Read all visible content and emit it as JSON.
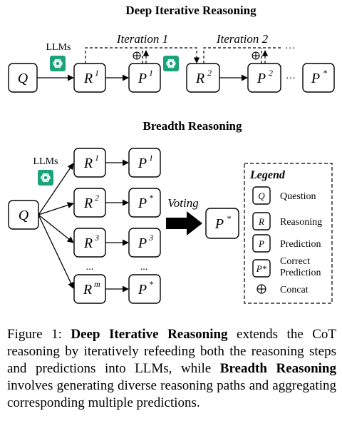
{
  "top": {
    "title": "Deep Iterative Reasoning",
    "llms": "LLMs",
    "iter1": "Iteration 1",
    "iter2": "Iteration 2",
    "ellipsis": "···",
    "nodes": {
      "q": "Q",
      "r": "R",
      "r1_sup": "1",
      "p": "P",
      "p1_sup": "1",
      "r2_sup": "2",
      "p2_sup": "2",
      "pstar_sup": "*"
    }
  },
  "bottom": {
    "title": "Breadth Reasoning",
    "llms": "LLMs",
    "voting": "Voting",
    "sups": {
      "one": "1",
      "two": "2",
      "three": "3",
      "m": "m",
      "star": "*"
    },
    "dots": "...",
    "q": "Q",
    "r": "R",
    "p": "P"
  },
  "legend": {
    "title": "Legend",
    "q_symbol": "Q",
    "q_text": "Question",
    "r_symbol": "R",
    "r_text": "Reasoning",
    "p_symbol": "P",
    "p_text": "Prediction",
    "pstar_symbol": "P*",
    "pstar_text_1": "Correct",
    "pstar_text_2": "Prediction",
    "concat_text": "Concat"
  },
  "caption": {
    "fig": "Figure 1: ",
    "bold1": "Deep Iterative Reasoning",
    "text1": " extends the CoT reasoning by iteratively refeeding both the reasoning steps and predictions into LLMs, while ",
    "bold2": "Breadth Reasoning",
    "text2": " involves generating diverse reasoning paths and aggregating corresponding multiple predictions."
  },
  "colors": {
    "llm_icon": "#1aa37a"
  }
}
